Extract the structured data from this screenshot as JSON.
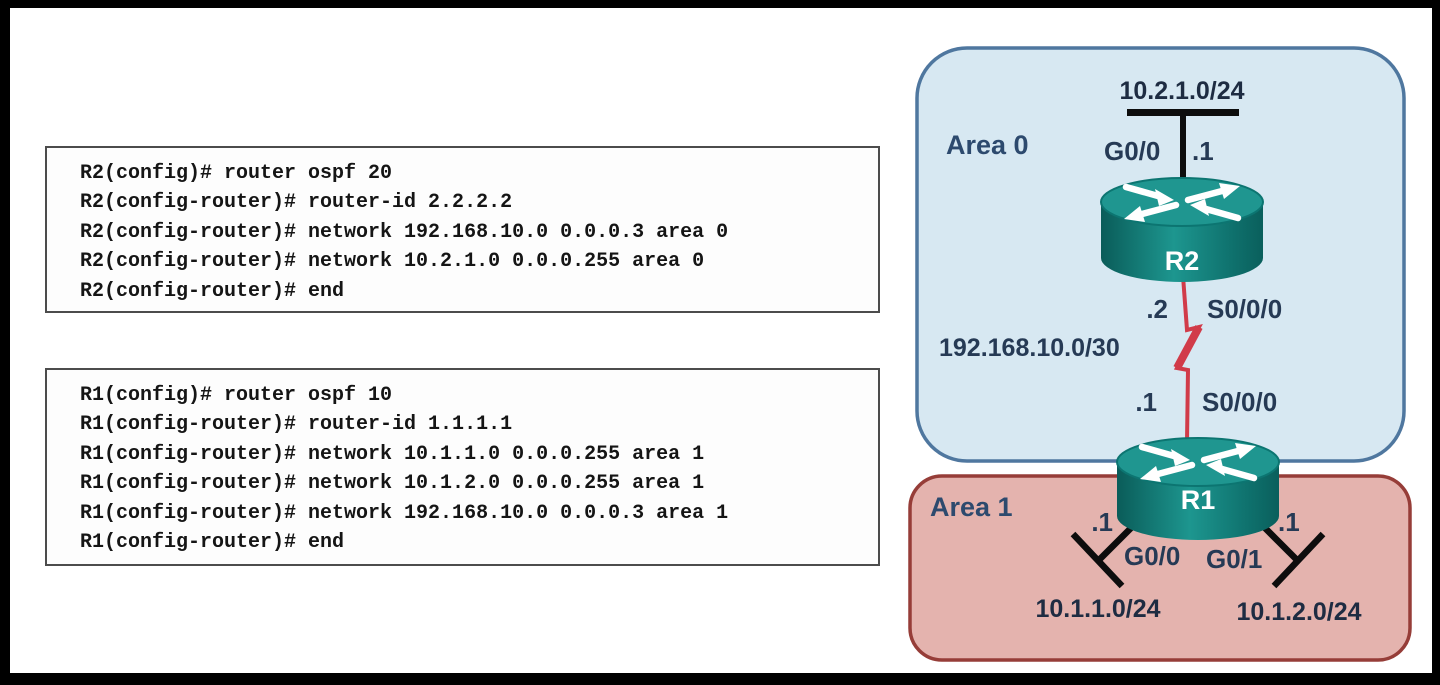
{
  "consoles": [
    {
      "device": "R2",
      "lines": [
        "R2(config)# router ospf 20",
        "R2(config-router)# router-id 2.2.2.2",
        "R2(config-router)# network 192.168.10.0 0.0.0.3 area 0",
        "R2(config-router)# network 10.2.1.0 0.0.0.255 area 0",
        "R2(config-router)# end"
      ]
    },
    {
      "device": "R1",
      "lines": [
        "R1(config)# router ospf 10",
        "R1(config-router)# router-id 1.1.1.1",
        "R1(config-router)# network 10.1.1.0 0.0.0.255 area 1",
        "R1(config-router)# network 10.1.2.0 0.0.0.255 area 1",
        "R1(config-router)# network 192.168.10.0 0.0.0.3 area 1",
        "R1(config-router)# end"
      ]
    }
  ],
  "diagram": {
    "area0": {
      "label": "Area 0",
      "fill": "#d7e8f2",
      "border": "#4f779f"
    },
    "area1": {
      "label": "Area 1",
      "fill": "#e4b3ae",
      "border": "#963d38"
    },
    "routers": [
      {
        "name": "R2",
        "lan_interface": "G0/0",
        "lan_ip": ".1",
        "serial_interface": "S0/0/0",
        "serial_ip": ".2"
      },
      {
        "name": "R1",
        "serial_interface": "S0/0/0",
        "serial_ip": ".1",
        "lan1_interface": "G0/0",
        "lan1_ip": ".1",
        "lan2_interface": "G0/1",
        "lan2_ip": ".1"
      }
    ],
    "networks": {
      "r2_lan": "10.2.1.0/24",
      "serial": "192.168.10.0/30",
      "r1_lan1": "10.1.1.0/24",
      "r1_lan2": "10.1.2.0/24"
    },
    "colors": {
      "router_body": "#0e6b67",
      "router_top": "#1f9690",
      "serial_link": "#d13b49",
      "lan_segment": "#0d0d0d"
    }
  }
}
